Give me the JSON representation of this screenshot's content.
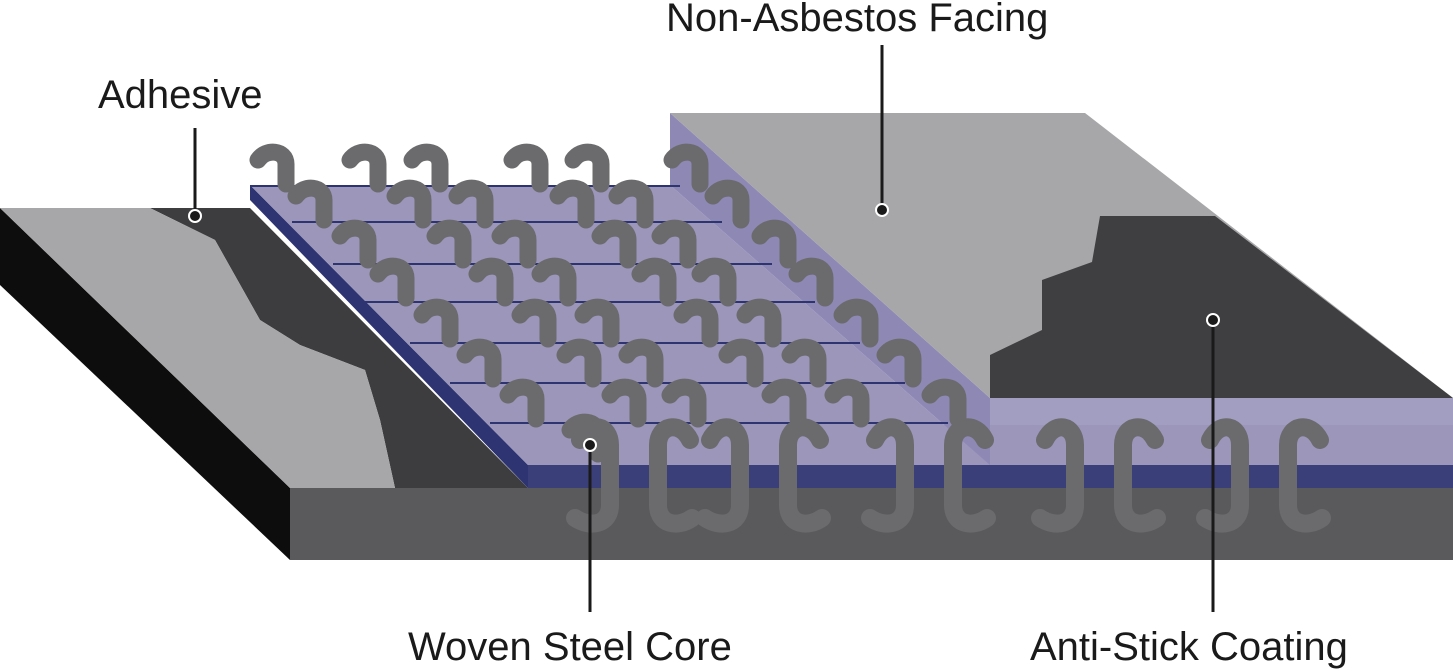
{
  "labels": {
    "adhesive": "Adhesive",
    "facing": "Non-Asbestos Facing",
    "core": "Woven Steel Core",
    "coating": "Anti-Stick Coating"
  },
  "colors": {
    "background": "#ffffff",
    "facing_grey": "#a7a7a9",
    "adhesive_dark": "#3d3d3f",
    "base_dark": "#5a5a5c",
    "edge_black": "#0d0d0d",
    "core_lavender": "#9b96ba",
    "core_navy": "#2e3472",
    "hook_grey": "#6b6b6d",
    "coating_dark": "#3f3f41",
    "leader_line": "#1a1a1a"
  }
}
